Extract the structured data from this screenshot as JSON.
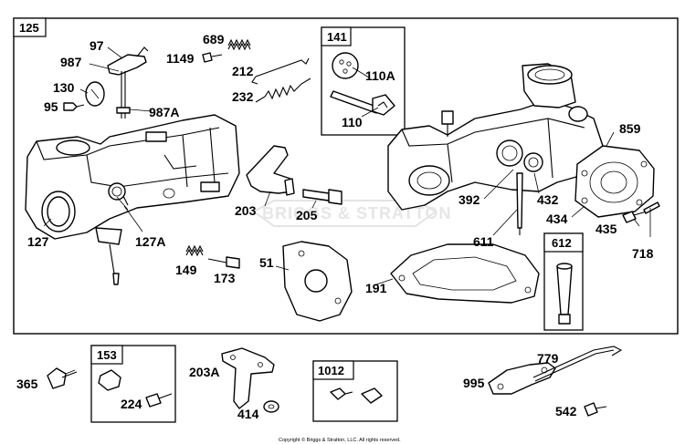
{
  "watermark": "BRIGGS & STRATTON",
  "copyright": "Copyright © Briggs & Stratton, LLC. All rights reserved.",
  "groups": {
    "main": "125",
    "g141": "141",
    "g612": "612",
    "g153": "153",
    "g1012": "1012"
  },
  "labels": {
    "p97": "97",
    "p987": "987",
    "p130": "130",
    "p95": "95",
    "p987A": "987A",
    "p689": "689",
    "p1149": "1149",
    "p212": "212",
    "p232": "232",
    "p110A": "110A",
    "p110": "110",
    "p859": "859",
    "p392": "392",
    "p432": "432",
    "p434": "434",
    "p435": "435",
    "p718": "718",
    "p611": "611",
    "p203": "203",
    "p205": "205",
    "p127": "127",
    "p127A": "127A",
    "p149": "149",
    "p173": "173",
    "p51": "51",
    "p191": "191",
    "p365": "365",
    "p224": "224",
    "p203A": "203A",
    "p414": "414",
    "p779": "779",
    "p995": "995",
    "p542": "542"
  }
}
